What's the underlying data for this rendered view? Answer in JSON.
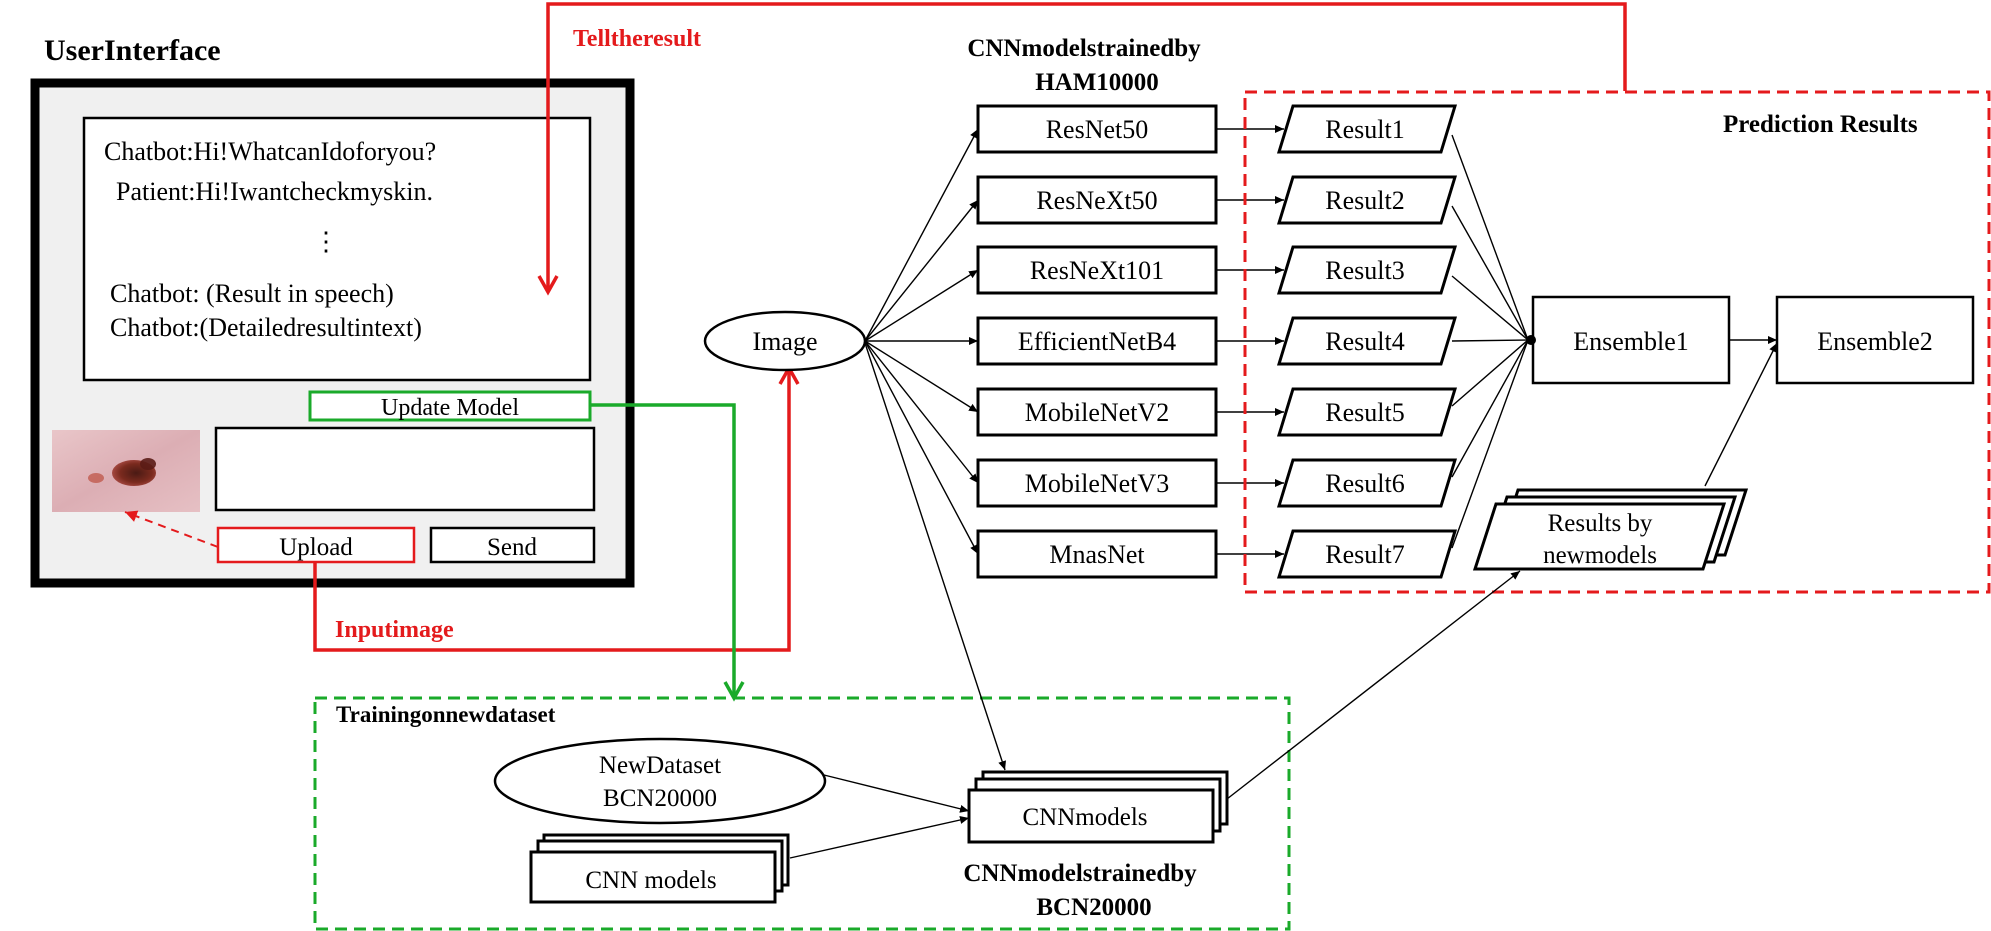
{
  "ui": {
    "title": "UserInterface",
    "chat_lines": [
      "Chatbot:Hi!WhatcanIdoforyou?",
      "Patient:Hi!Iwantcheckmyskin.",
      "⋮",
      "Chatbot: (Result in speech)",
      "Chatbot:(Detailedresultintext)"
    ],
    "update_model_button": "Update Model",
    "upload_button": "Upload",
    "send_button": "Send"
  },
  "flow_labels": {
    "tell_result": "Telltheresult",
    "input_image": "Inputimage"
  },
  "image_node": "Image",
  "ham_caption": [
    "CNNmodelstrainedby",
    "HAM10000"
  ],
  "models": [
    "ResNet50",
    "ResNeXt50",
    "ResNeXt101",
    "EfficientNetB4",
    "MobileNetV2",
    "MobileNetV3",
    "MnasNet"
  ],
  "results": [
    "Result1",
    "Result2",
    "Result3",
    "Result4",
    "Result5",
    "Result6",
    "Result7"
  ],
  "prediction_title": "Prediction Results",
  "ensemble1": "Ensemble1",
  "ensemble2": "Ensemble2",
  "new_results": [
    "Results by",
    "newmodels"
  ],
  "training": {
    "title": "Trainingonnewdataset",
    "dataset": [
      "NewDataset",
      "BCN20000"
    ],
    "cnn_models_input": "CNN models",
    "cnn_models_output": "CNNmodels",
    "caption": [
      "CNNmodelstrainedby",
      "BCN20000"
    ]
  },
  "colors": {
    "red": "#e41a1c",
    "green": "#1aaa2a",
    "panel_bg": "#f0f0f0"
  }
}
